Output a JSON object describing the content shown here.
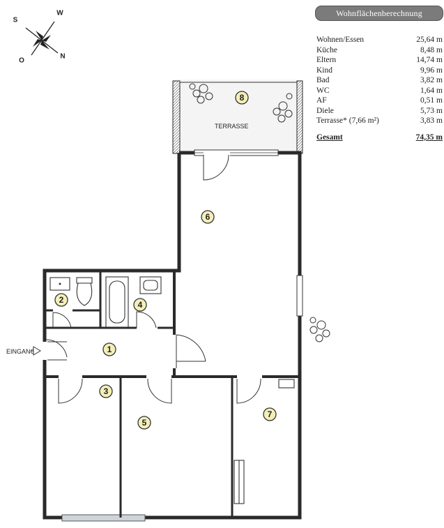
{
  "area_table": {
    "title": "Wohnflächenberechnung",
    "rows": [
      {
        "label": "Wohnen/Essen",
        "value": "25,64 m"
      },
      {
        "label": "Küche",
        "value": "8,48 m"
      },
      {
        "label": "Eltern",
        "value": "14,74 m"
      },
      {
        "label": "Kind",
        "value": "9,96 m"
      },
      {
        "label": "Bad",
        "value": "3,82 m"
      },
      {
        "label": "WC",
        "value": "1,64 m"
      },
      {
        "label": "AF",
        "value": "0,51 m"
      },
      {
        "label": "Diele",
        "value": "5,73 m"
      },
      {
        "label": "Terrasse* (7,66 m²)",
        "value": "3,83 m"
      }
    ],
    "total": {
      "label": "Gesamt",
      "value": "74,35 m"
    }
  },
  "compass": {
    "w": "W",
    "s": "S",
    "o": "O",
    "n": "N"
  },
  "plan": {
    "entrance_label": "EINGANG",
    "terrace_label": "TERRASSE",
    "rooms": [
      "1",
      "2",
      "3",
      "4",
      "5",
      "6",
      "7",
      "8"
    ]
  },
  "colors": {
    "badge_fill": "#f3efb8",
    "title_bg": "#7b7b7b",
    "wall": "#2a2a2a"
  }
}
